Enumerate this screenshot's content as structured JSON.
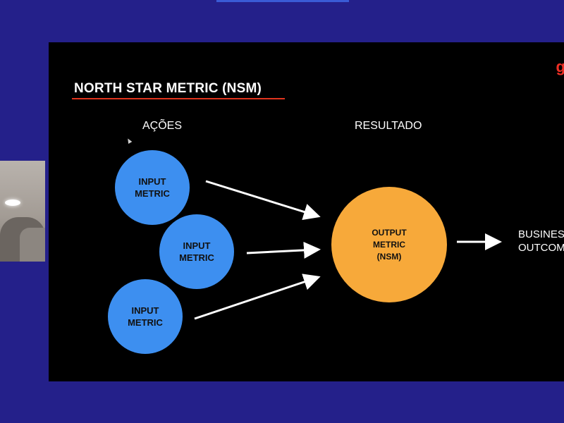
{
  "slide": {
    "title": "NORTH STAR METRIC (NSM)",
    "brand_logo_text": "g",
    "column_labels": {
      "inputs": "AÇÕES",
      "output": "RESULTADO"
    },
    "input_metrics": [
      {
        "label": "INPUT\nMETRIC"
      },
      {
        "label": "INPUT\nMETRIC"
      },
      {
        "label": "INPUT\nMETRIC"
      }
    ],
    "output_metric": {
      "label": "OUTPUT\nMETRIC\n(NSM)"
    },
    "outcome_label": "BUSINES\nOUTCOM"
  },
  "colors": {
    "background": "#24208a",
    "slide_background": "#000000",
    "input_circle": "#3d8ff0",
    "output_circle": "#f7a93a",
    "accent_underline": "#e0341e",
    "brand": "#ee2e24",
    "arrow": "#ffffff"
  },
  "icons": {
    "cursor": "mouse-pointer-icon"
  }
}
